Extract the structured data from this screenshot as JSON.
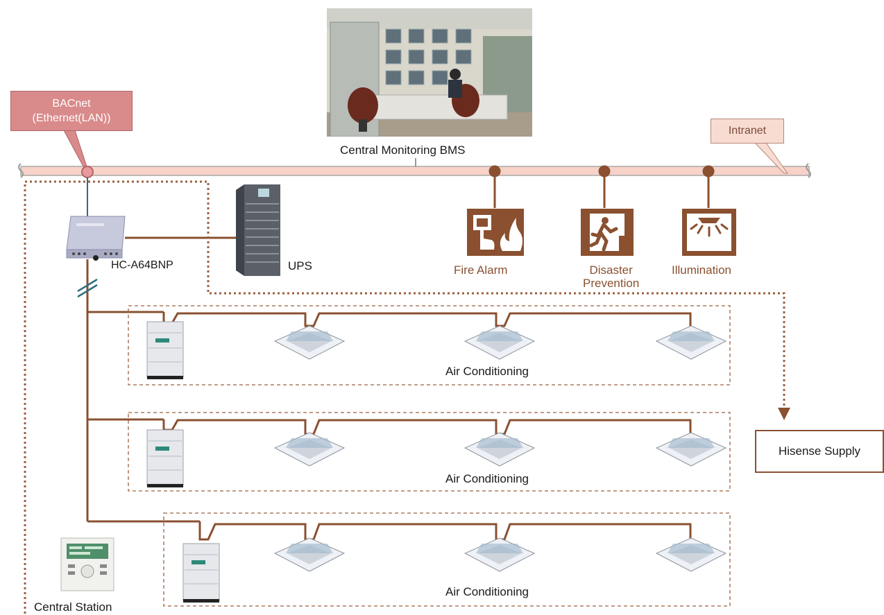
{
  "callouts": {
    "bacnet_line1": "BACnet",
    "bacnet_line2": "(Ethernet(LAN))",
    "intranet": "Intranet"
  },
  "bms": {
    "label": "Central Monitoring BMS"
  },
  "gateway": {
    "label": "HC-A64BNP"
  },
  "ups": {
    "label": "UPS"
  },
  "systems": [
    {
      "label": "Fire Alarm",
      "icon": "fire-alarm-icon"
    },
    {
      "label_line1": "Disaster",
      "label_line2": "Prevention",
      "icon": "emergency-exit-icon"
    },
    {
      "label": "Illumination",
      "icon": "ceiling-light-icon"
    }
  ],
  "ac_groups": [
    {
      "label": "Air Conditioning"
    },
    {
      "label": "Air Conditioning"
    },
    {
      "label": "Air Conditioning"
    }
  ],
  "supply": {
    "label": "Hisense Supply"
  },
  "central_station": {
    "label": "Central Station"
  },
  "colors": {
    "wire": "#8a5030",
    "bus": "#f3c9bf",
    "bacnet": "#d98a8a",
    "dashed": "#9a6040"
  }
}
